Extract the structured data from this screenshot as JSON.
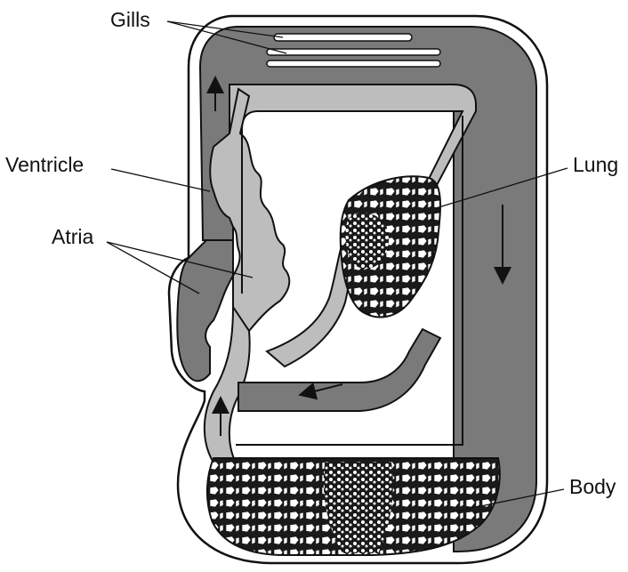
{
  "diagram": {
    "labels": {
      "gills": "Gills",
      "ventricle": "Ventricle",
      "atria": "Atria",
      "lung": "Lung",
      "body": "Body"
    },
    "colors": {
      "outline": "#111111",
      "deoxygenated_vessel": "#7a7a7a",
      "oxygenated_vessel": "#bdbdbd",
      "background": "#ffffff"
    }
  }
}
